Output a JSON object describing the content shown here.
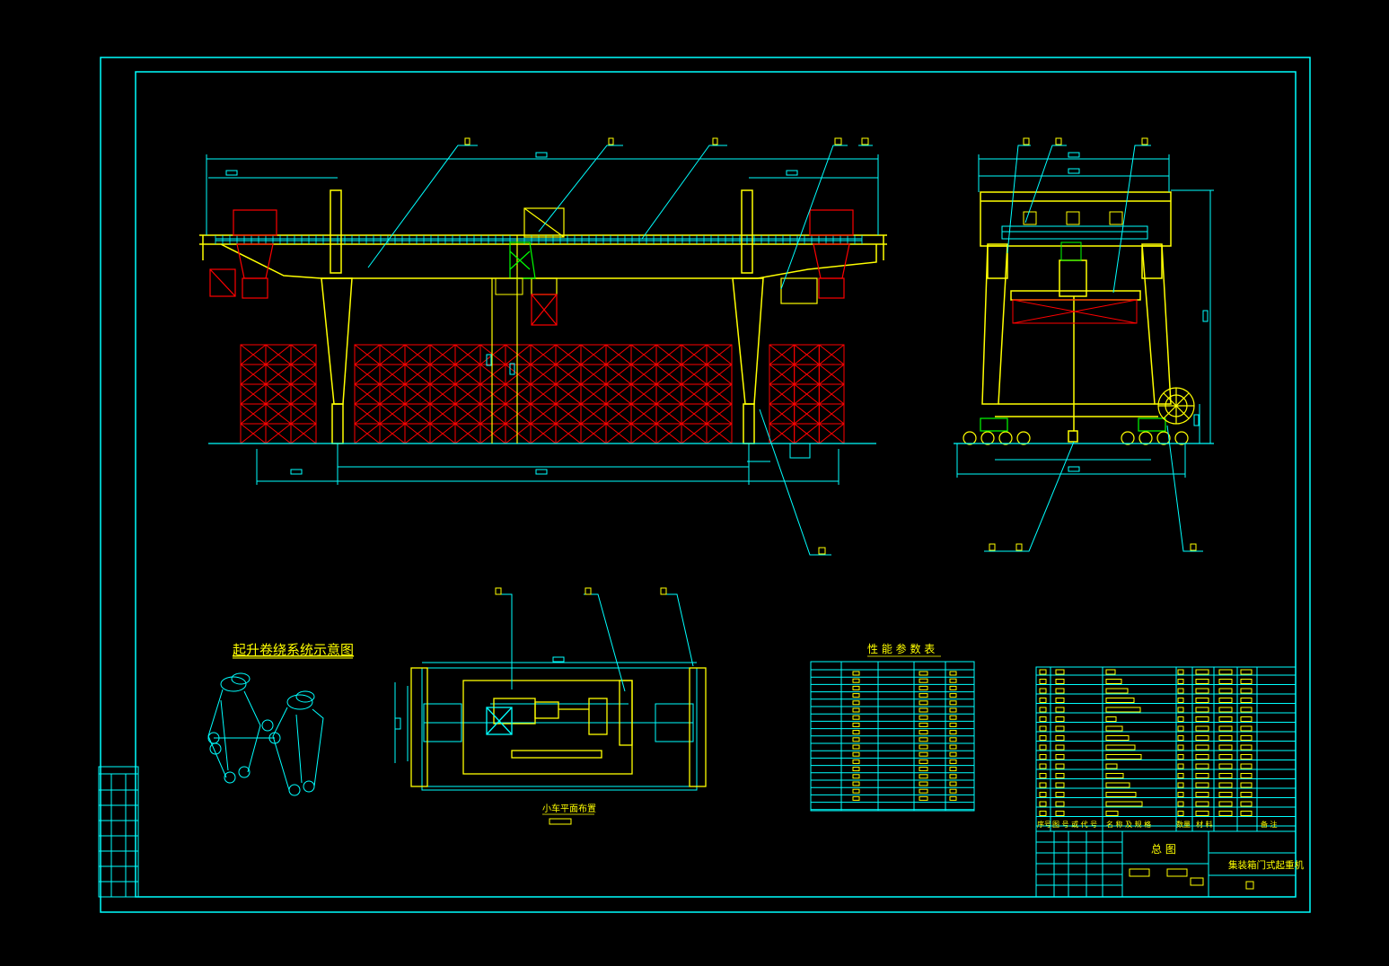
{
  "labels": {
    "hoist_diagram_title": "起升卷绕系统示意图",
    "trolley_plan_title": "小车平面布置",
    "performance_table_title": "性 能 参 数 表",
    "title_block_drawing_name": "总  图",
    "title_block_product_name": "集装箱门式起重机",
    "bom_header_cols": [
      "序号",
      "图 号 或 代 号",
      "名  称  及  规  格",
      "数量",
      "材  料",
      "",
      "备  注"
    ]
  },
  "colors": {
    "background": "#000000",
    "frame": "#00ffff",
    "structure": "#ffff00",
    "containers": "#ff0000",
    "trolley": "#00ff00",
    "text": "#ffff00"
  },
  "icons": {
    "gantry_front": "gantry-crane-front-elevation-icon",
    "gantry_side": "gantry-crane-side-elevation-icon",
    "trolley_plan": "trolley-plan-layout-icon",
    "reeving": "hoist-reeving-schematic-icon",
    "cable_reel": "cable-reel-icon"
  }
}
